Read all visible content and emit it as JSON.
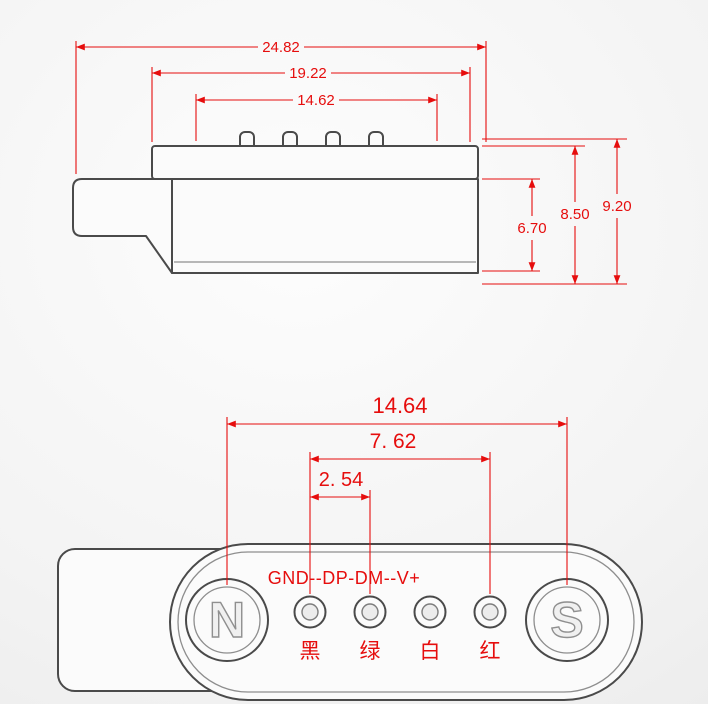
{
  "colors": {
    "dimension_red": "#e60d0d",
    "outline_gray": "#4a4a4a"
  },
  "side_view": {
    "dims": {
      "total_width": "24.82",
      "flange_width": "19.22",
      "inner_width": "14.62",
      "body_height": "6.70",
      "flange_height": "8.50",
      "total_height": "9.20"
    }
  },
  "face_view": {
    "dims": {
      "magnet_span": "14.64",
      "pin_span": "7. 62",
      "pin_pitch": "2. 54"
    },
    "signal_labels": "GND--DP-DM--V+",
    "magnet_left": "N",
    "magnet_right": "S",
    "wire_colors": [
      "黑",
      "绿",
      "白",
      "红"
    ]
  }
}
